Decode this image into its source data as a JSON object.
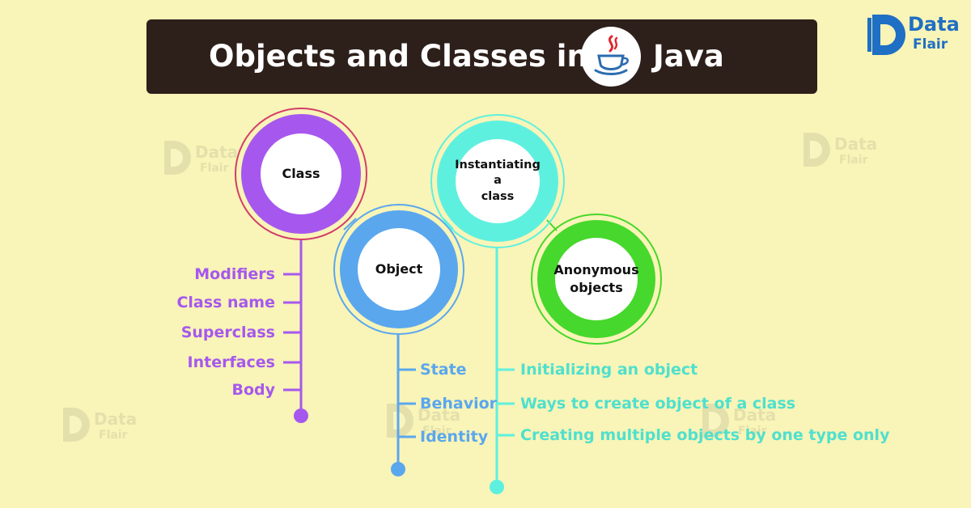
{
  "brand": {
    "logo_word1": "Data",
    "logo_word2": "Flair",
    "color": "#1f6fc4"
  },
  "title": {
    "part1": "Objects and Classes in",
    "part2": "Java",
    "icon": "java-icon",
    "background": "#2d201b"
  },
  "nodes": {
    "class": {
      "label": "Class",
      "color": "#a658ee"
    },
    "object": {
      "label": "Object",
      "color": "#5aa7ee"
    },
    "instantiating": {
      "line1": "Instantiating",
      "line2": "a",
      "line3": "class",
      "color": "#5ef0df"
    },
    "anonymous": {
      "line1": "Anonymous",
      "line2": "objects",
      "color": "#46d82c"
    }
  },
  "class_items": [
    "Modifiers",
    "Class name",
    "Superclass",
    "Interfaces",
    "Body"
  ],
  "object_items": [
    "State",
    "Behavior",
    "Identity"
  ],
  "instantiating_items": [
    "Initializing an object",
    "Ways to create object of a class",
    "Creating multiple objects by one type only"
  ],
  "colors": {
    "background": "#f9f4b7",
    "class_ring": "#d33c6a",
    "teal_text": "#4fe0ce"
  }
}
